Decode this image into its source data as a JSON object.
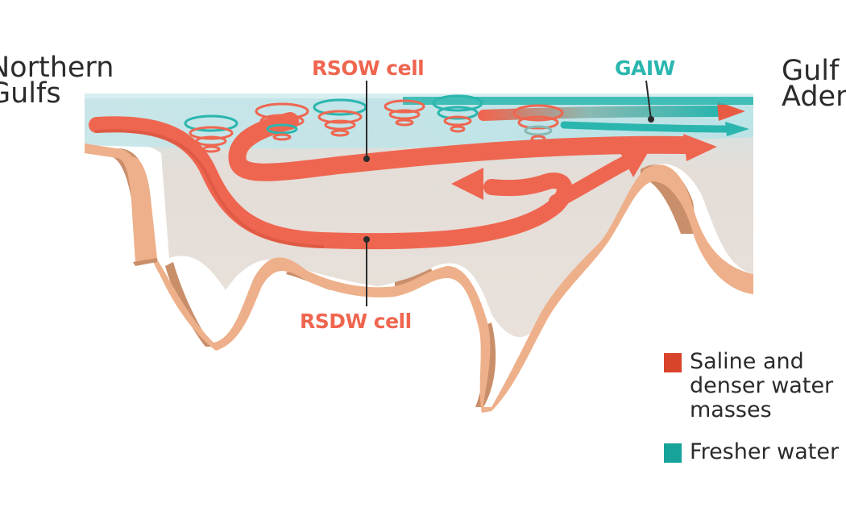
{
  "regions": {
    "northern_gulfs": "Northern Gulfs",
    "gulf_of_aden": "Gulf of Aden"
  },
  "labels": {
    "rsow_cell": "RSOW cell",
    "rsdw_cell": "RSDW cell",
    "gaiw": "GAIW"
  },
  "legend": [
    {
      "label": "Saline and\ndenser water\nmasses",
      "color": "#d8442a"
    },
    {
      "label": "Fresher water",
      "color": "#17a39a"
    }
  ],
  "colors": {
    "saline_flow": "#ef6650",
    "fresh_flow": "#2ab6ae",
    "sea_surface": "#c9e8ea",
    "seabed_front": "#eeb08a",
    "seabed_side": "#c98e6a",
    "water_body": "#e6ddd6"
  }
}
